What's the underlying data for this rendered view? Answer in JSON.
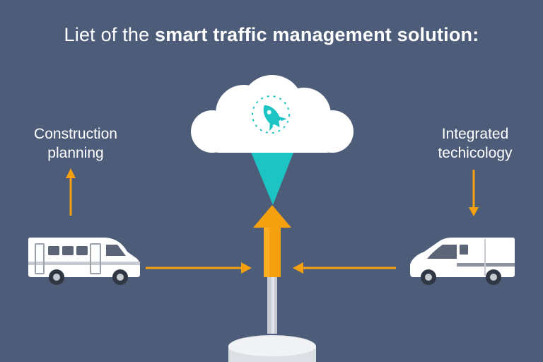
{
  "title": {
    "prefix": "Liet of the ",
    "bold": "smart traffic management solution:"
  },
  "left_label": {
    "line1": "Construction",
    "line2": "planning"
  },
  "right_label": {
    "line1": "Integrated",
    "line2": "techicology"
  },
  "colors": {
    "background": "#4d5c78",
    "accent_orange": "#f5a00f",
    "accent_teal": "#1cc4c4",
    "cloud": "#ffffff"
  },
  "icons": {
    "cloud": "cloud-icon",
    "center": "rocket-icon",
    "left_vehicle": "minibus-icon",
    "right_vehicle": "delivery-van-icon"
  }
}
